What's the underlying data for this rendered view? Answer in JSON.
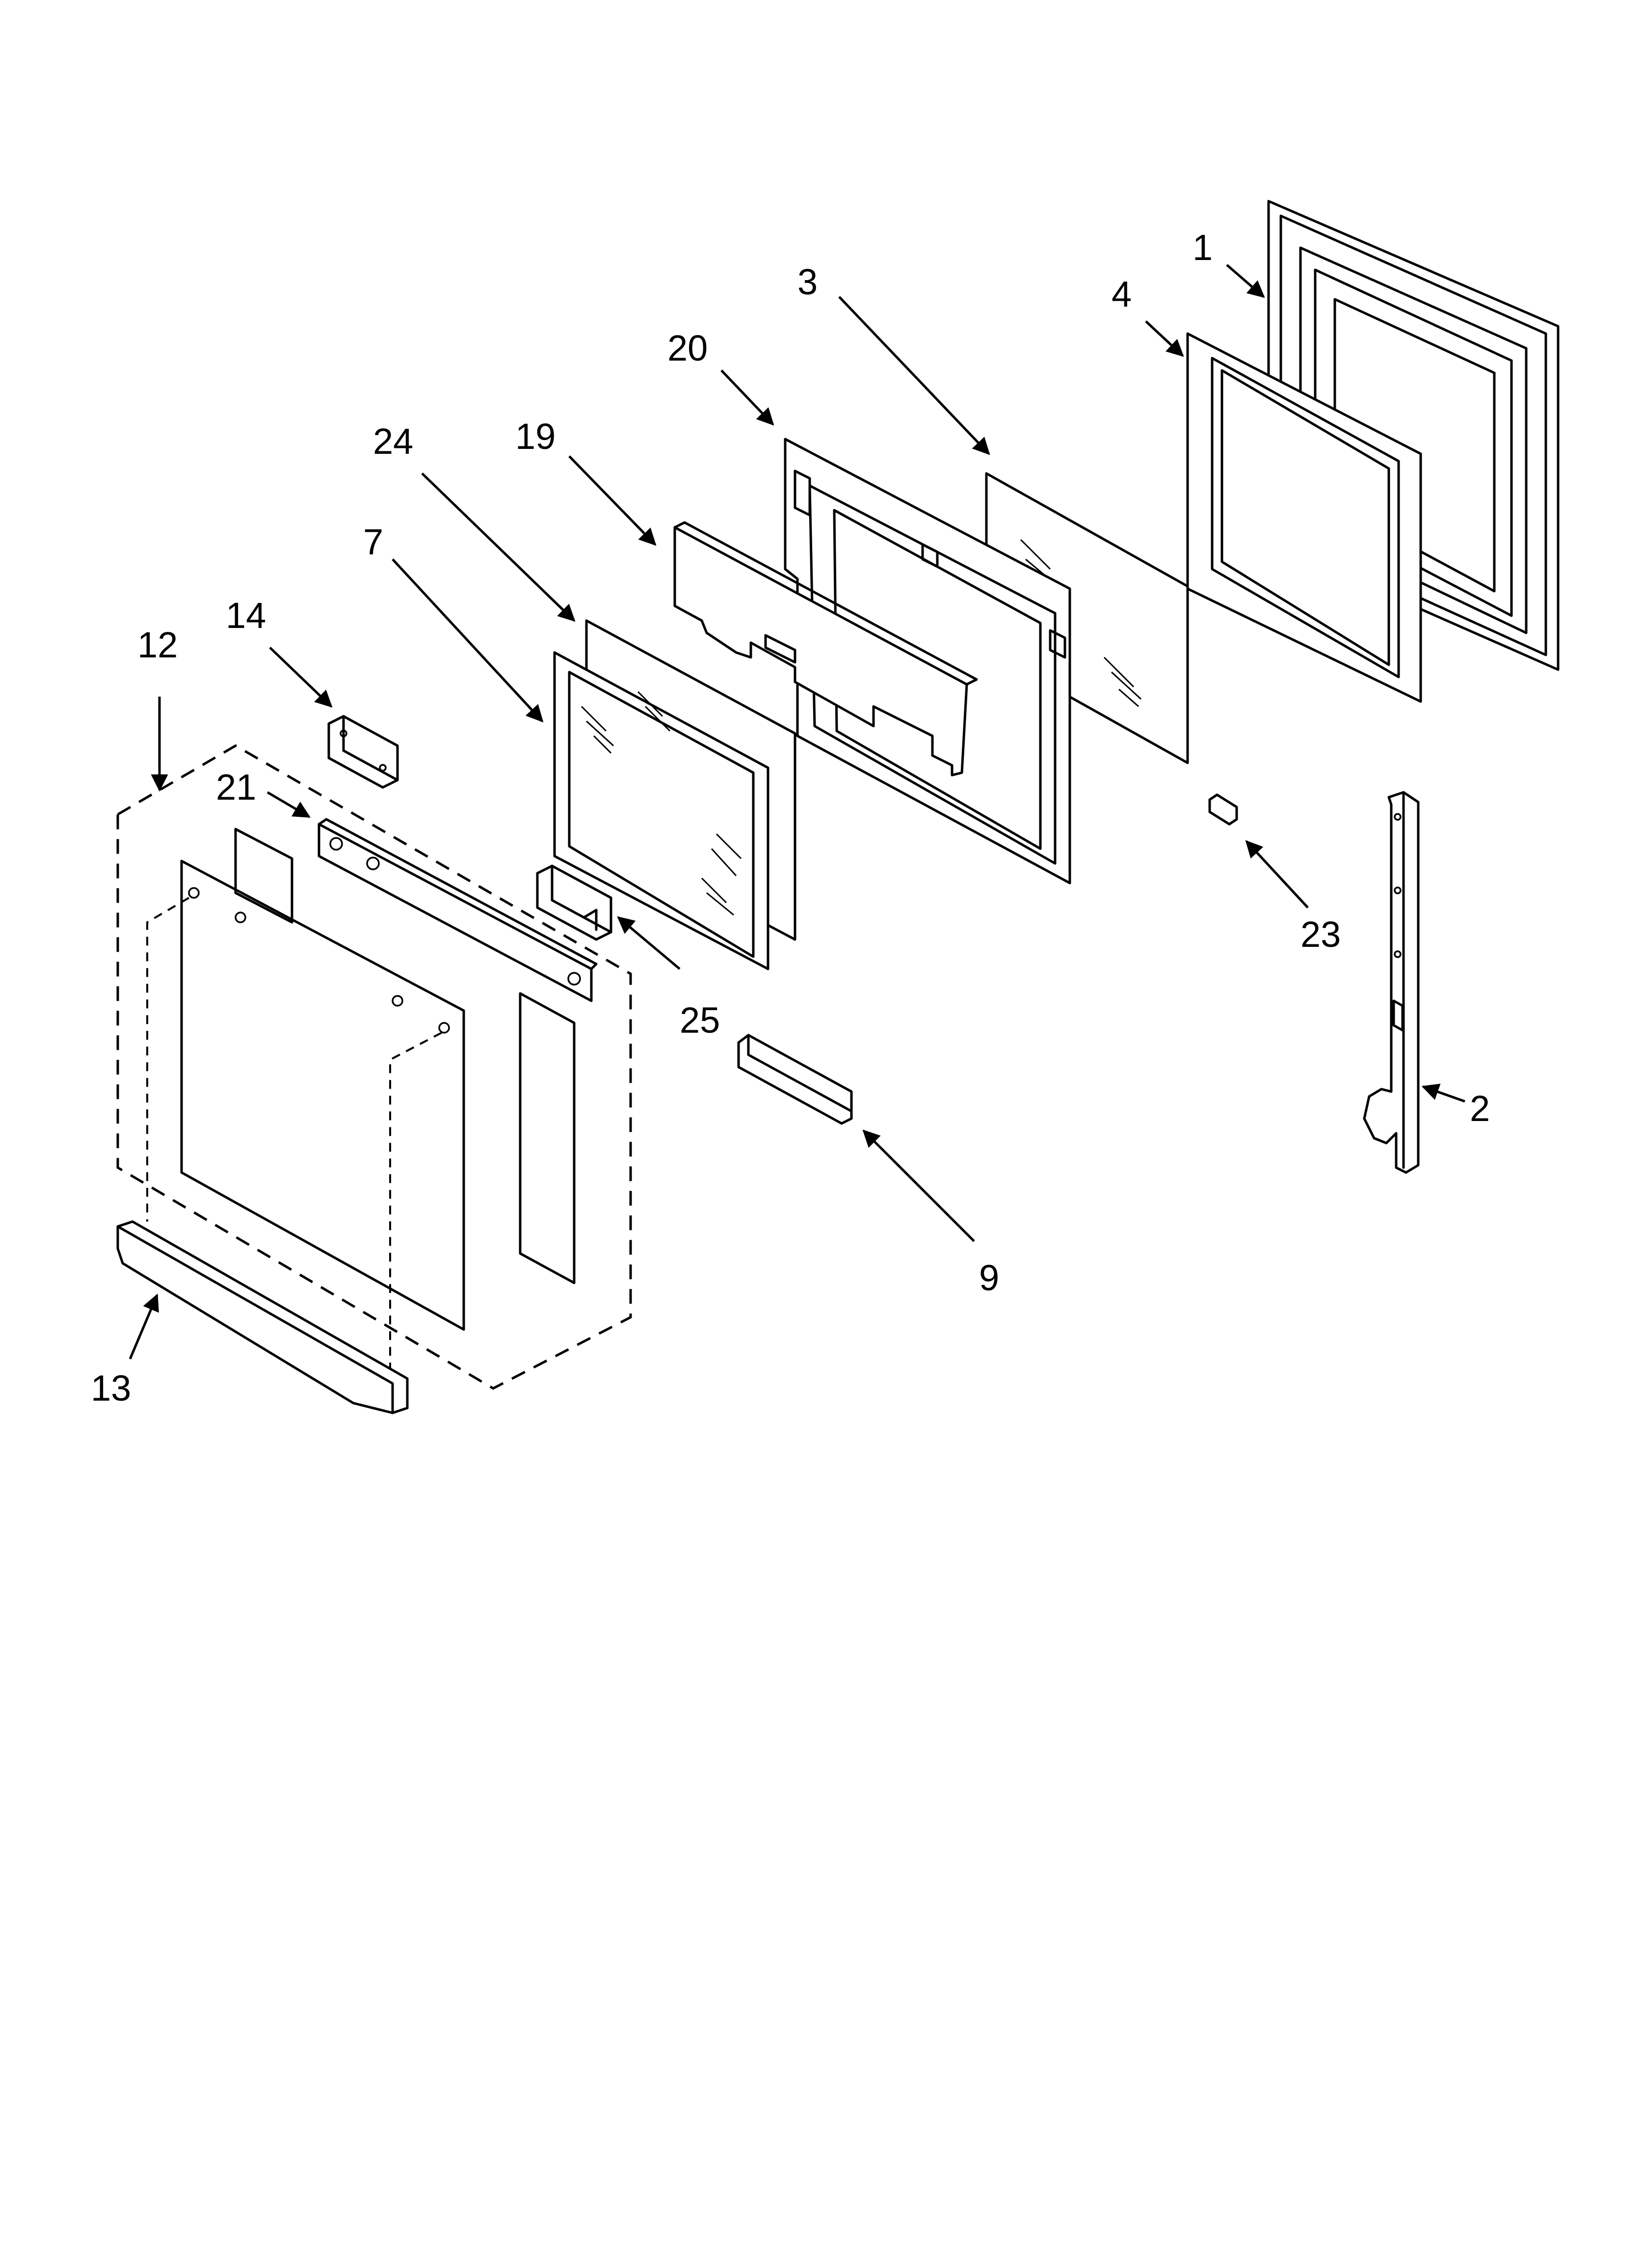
{
  "diagram": {
    "callouts": [
      "1",
      "2",
      "3",
      "4",
      "7",
      "9",
      "12",
      "13",
      "14",
      "19",
      "20",
      "21",
      "23",
      "24",
      "25"
    ]
  }
}
